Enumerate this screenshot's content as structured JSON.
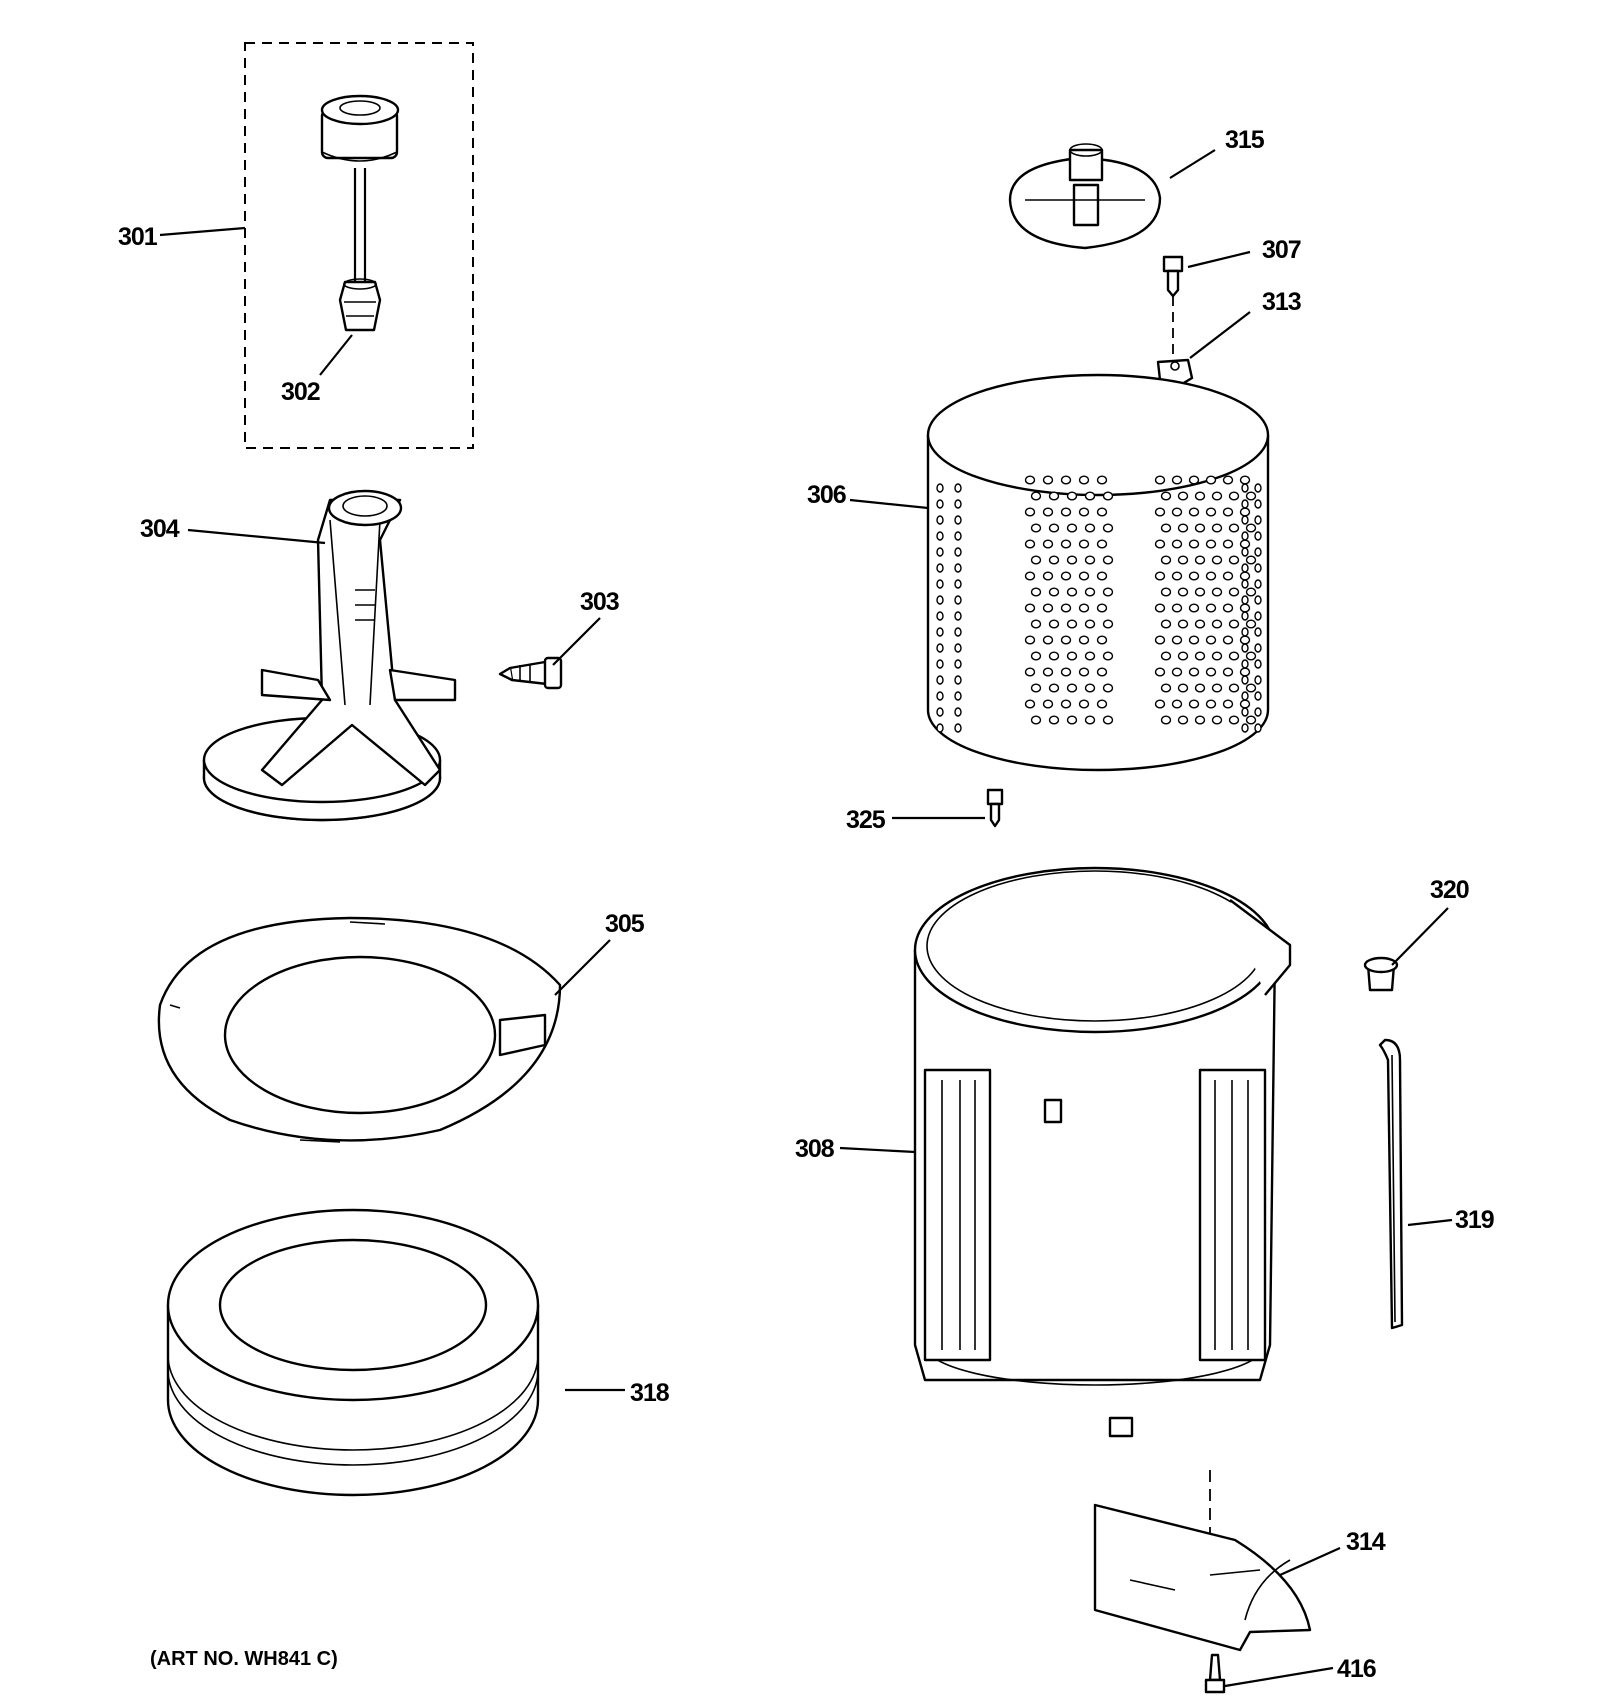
{
  "labels": {
    "p301": "301",
    "p302": "302",
    "p303": "303",
    "p304": "304",
    "p305": "305",
    "p306": "306",
    "p307": "307",
    "p308": "308",
    "p313": "313",
    "p314": "314",
    "p315": "315",
    "p318": "318",
    "p319": "319",
    "p320": "320",
    "p325": "325",
    "p416": "416"
  },
  "art_number": "(ART NO. WH841 C)"
}
